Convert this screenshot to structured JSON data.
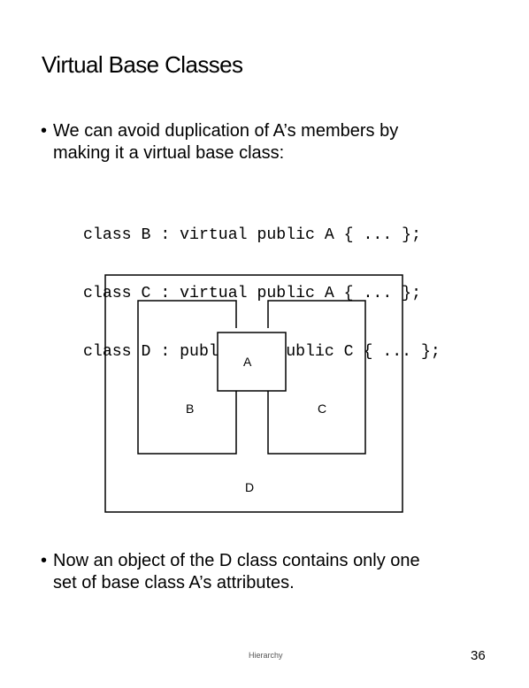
{
  "slide": {
    "title": "Virtual Base Classes",
    "bullets": [
      {
        "lines": [
          "We can avoid duplication of A’s members by",
          "making it a virtual base class:"
        ]
      },
      {
        "lines": [
          "Now  an object of the D class contains only one",
          "set of base class A’s attributes."
        ]
      }
    ],
    "code_lines": [
      "class B : virtual public A { ... };",
      "class C : virtual public A { ... };",
      "class D : public B, public C { ... };"
    ],
    "diagram": {
      "labels": {
        "a": "A",
        "b": "B",
        "c": "C",
        "d": "D"
      }
    },
    "footer": {
      "text": "Hierarchy",
      "page_number": "36"
    }
  }
}
